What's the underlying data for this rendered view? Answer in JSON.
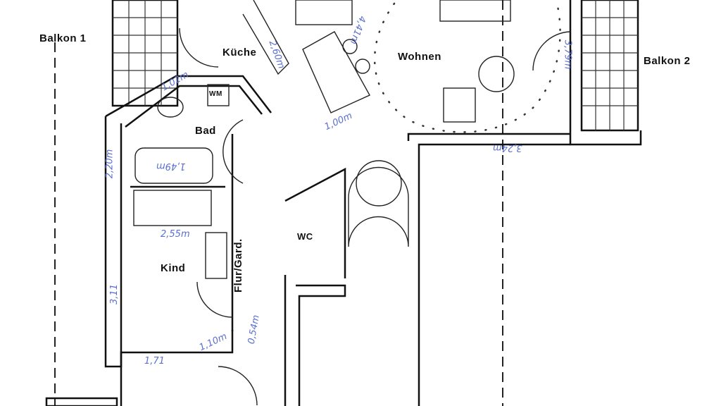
{
  "rooms": {
    "balkon1": "Balkon 1",
    "kueche": "Küche",
    "wohnen": "Wohnen",
    "balkon2": "Balkon 2",
    "bad": "Bad",
    "kind": "Kind",
    "flur": "Flur/Gard.",
    "wc": "WC",
    "wm": "WM"
  },
  "measurements": [
    "1,02m",
    "2,20m",
    "1,49m",
    "2,55m",
    "3,11",
    "1,10m",
    "0,54m",
    "1,71",
    "1,00m",
    "4,41m",
    "3,79m",
    "3,24m",
    "2,60m"
  ],
  "colors": {
    "ink": "#111111",
    "annotation": "#5a6fd0"
  }
}
